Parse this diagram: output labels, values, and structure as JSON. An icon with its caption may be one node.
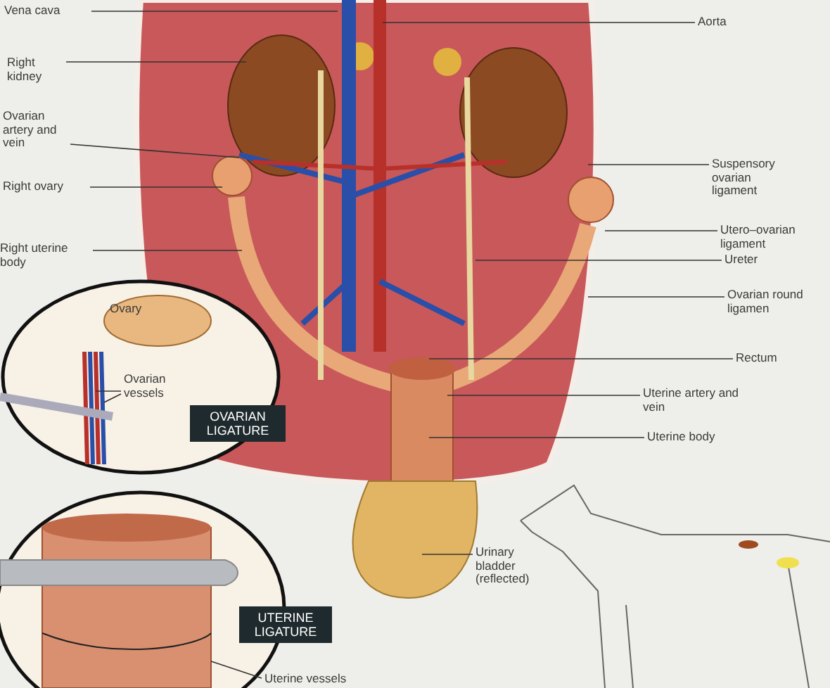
{
  "diagram": {
    "nodes": [
      {
        "text": [
          "Vena cava"
        ]
      },
      {
        "text": [
          "Aorta"
        ]
      },
      {
        "text": [
          "Right kidney"
        ]
      },
      {
        "text": [
          "Ovarian artery and vein"
        ]
      },
      {
        "text": [
          "Suspensory ovarian ligament"
        ]
      },
      {
        "text": [
          "Right ovary"
        ]
      },
      {
        "text": [
          "Utero–ovarian ligament"
        ]
      },
      {
        "text": [
          "Right uterine body"
        ]
      },
      {
        "text": [
          "Ureter"
        ]
      },
      {
        "text": [
          "Ovarian round ligamen"
        ]
      },
      {
        "text": [
          "Rectum"
        ]
      },
      {
        "text": [
          "Ovarian vessels"
        ]
      },
      {
        "text": [
          "Uterine artery and vein"
        ]
      },
      {
        "text": [
          "OVARIAN LIGATURE"
        ]
      },
      {
        "text": [
          "Uterine body"
        ]
      },
      {
        "text": [
          "Urinary bladder (reflected)"
        ]
      },
      {
        "text": [
          "UTERINE LIGATURE"
        ]
      },
      {
        "text": [
          "Uterine vessels"
        ]
      }
    ],
    "edges": [
      {
        "from": 0,
        "to": null,
        "arrow": "none"
      },
      {
        "from": 1,
        "to": null,
        "arrow": "none"
      },
      {
        "from": 2,
        "to": null,
        "arrow": "none"
      },
      {
        "from": 3,
        "to": null,
        "arrow": "none"
      },
      {
        "from": 4,
        "to": null,
        "arrow": "none"
      },
      {
        "from": 5,
        "to": null,
        "arrow": "none"
      },
      {
        "from": 6,
        "to": null,
        "arrow": "none"
      },
      {
        "from": 7,
        "to": null,
        "arrow": "none"
      },
      {
        "from": 8,
        "to": null,
        "arrow": "none"
      },
      {
        "from": 9,
        "to": null,
        "arrow": "none"
      },
      {
        "from": 10,
        "to": null,
        "arrow": "none"
      },
      {
        "from": 11,
        "to": null,
        "arrow": "none"
      },
      {
        "from": 11,
        "to": null,
        "arrow": "none"
      },
      {
        "from": 12,
        "to": null,
        "arrow": "none"
      },
      {
        "from": 14,
        "to": null,
        "arrow": "none"
      },
      {
        "from": 15,
        "to": null,
        "arrow": "none"
      },
      {
        "from": 17,
        "to": null,
        "arrow": "none"
      }
    ],
    "labels": [
      "Ovary"
    ]
  }
}
